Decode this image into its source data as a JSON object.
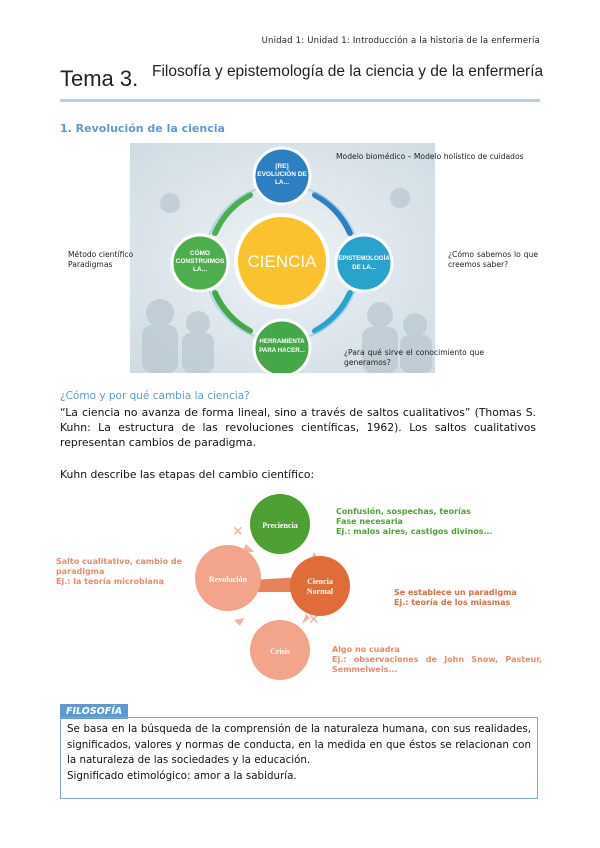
{
  "header": {
    "unit": "Unidad 1: Unidad 1: Introducción a la historia de la enfermería"
  },
  "tema": {
    "label": "Tema 3.",
    "title": "Filosofía y epistemología de la ciencia y de la enfermería"
  },
  "section1": {
    "heading": "1. Revolución de la ciencia"
  },
  "diagram1": {
    "center": "CIENCIA",
    "top": "[RE] EVOLUCIÓN DE LA...",
    "left": "CÓMO CONSTRUIMOS LA...",
    "right": "EPISTEMOLOGÍA DE LA...",
    "bottom": "HERRAMIENTA PARA HACER...",
    "label_top": "Modelo biomédico – Modelo holístico de cuidados",
    "label_left": "Método científico\nParadigmas",
    "label_right": "¿Cómo sabemos lo que creemos saber?",
    "label_bottom": "¿Para qué sirve el conocimiento que generamos?",
    "colors": {
      "center": "#f9c22e",
      "top": "#2d7fc1",
      "left": "#4cae4c",
      "right": "#2aa3cc",
      "bottom": "#44a848"
    }
  },
  "question": "¿Cómo y por qué cambia la ciencia?",
  "paragraph": "“La ciencia no avanza de forma lineal, sino a través de saltos cualitativos” (Thomas S. Kuhn: La estructura de las revoluciones científicas, 1962). Los saltos cualitativos representan cambios de paradigma.",
  "kuhn_intro": "Kuhn describe las etapas del cambio científico:",
  "cycle": {
    "precience": "Preciencia",
    "normal": "Ciencia Normal",
    "crisis": "Crisis",
    "revolution": "Revolución",
    "precience_text": [
      "Confusión, sospechas, teorías",
      "Fase necesaria",
      "Ej.: malos aires, castigos divinos..."
    ],
    "normal_text": [
      "Se establece un paradigma",
      "Ej.: teoría de los miasmas"
    ],
    "crisis_text": [
      "Algo no cuadra",
      "Ej.: observaciones de John Snow, Pasteur, Semmelweis..."
    ],
    "revolution_text": [
      "Salto cualitativo, cambio de paradigma",
      "Ej.: la teoría microbiana"
    ],
    "colors": {
      "green": "#4e9f34",
      "orange": "#e06c3a",
      "pink": "#f2a58a"
    }
  },
  "filosofia": {
    "heading": "FILOSOFÍA",
    "body": "Se basa en la búsqueda de la comprensión de la naturaleza humana, con sus realidades, significados, valores y normas de conducta, en la medida en que éstos se relacionan con la naturaleza de las sociedades y la educación.",
    "etymology": "Significado etimológico: amor a la sabiduría."
  }
}
